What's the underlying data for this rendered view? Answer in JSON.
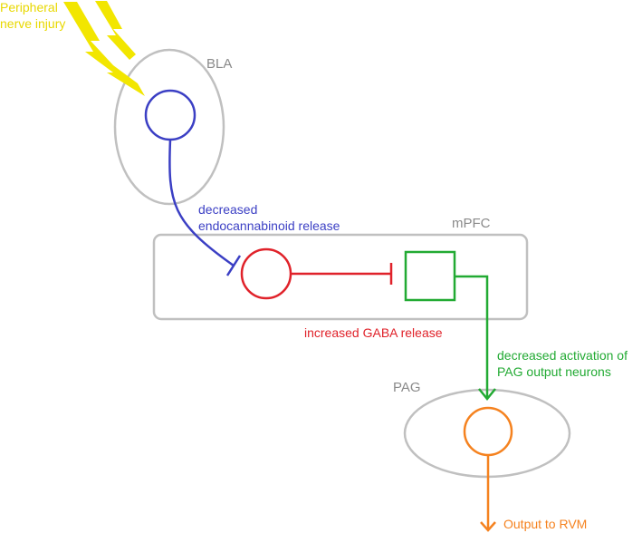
{
  "labels": {
    "injury_line1": "Peripheral",
    "injury_line2": "nerve injury",
    "bla": "BLA",
    "mpfc": "mPFC",
    "pag": "PAG",
    "bla_out_line1": "decreased",
    "bla_out_line2": "endocannabinoid release",
    "gaba": "increased GABA release",
    "pag_act_line1": "decreased activation of",
    "pag_act_line2": "PAG output neurons",
    "output": "Output to RVM"
  },
  "colors": {
    "injury": "#f2e600",
    "region": "#c0c0c0",
    "region_text": "#8a8a8a",
    "bla_neuron": "#3b3fc4",
    "gaba_neuron": "#e0222a",
    "pfc_output_neuron": "#22aa33",
    "pag_neuron": "#f5821f"
  },
  "icons": {
    "injury": "lightning-bolt-icon"
  }
}
